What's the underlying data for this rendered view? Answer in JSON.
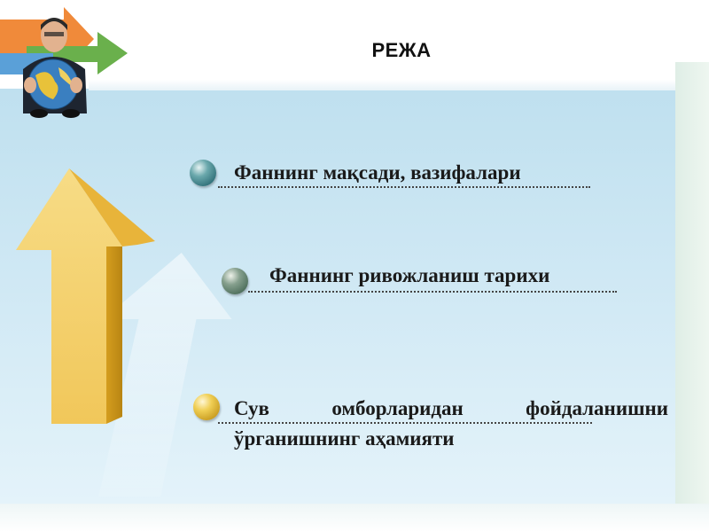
{
  "slide": {
    "title": "РЕЖА",
    "items": [
      {
        "text": "Фаннинг мақсади, вазифалари"
      },
      {
        "text": "Фаннинг ривожланиш тарихи"
      },
      {
        "text": "Сув омборларидан фойдаланишни ўрганишнинг аҳамияти"
      }
    ]
  },
  "colors": {
    "panel": "#cfe8f4",
    "arrow": "#f0c95a",
    "bullet_1": "#3a7f88",
    "bullet_2": "#5a7a66",
    "bullet_3": "#d9ae2e"
  },
  "icons": [
    "businessman-with-globe-icon",
    "arrows-icon",
    "up-arrow-icon",
    "sphere-bullet-icon"
  ]
}
